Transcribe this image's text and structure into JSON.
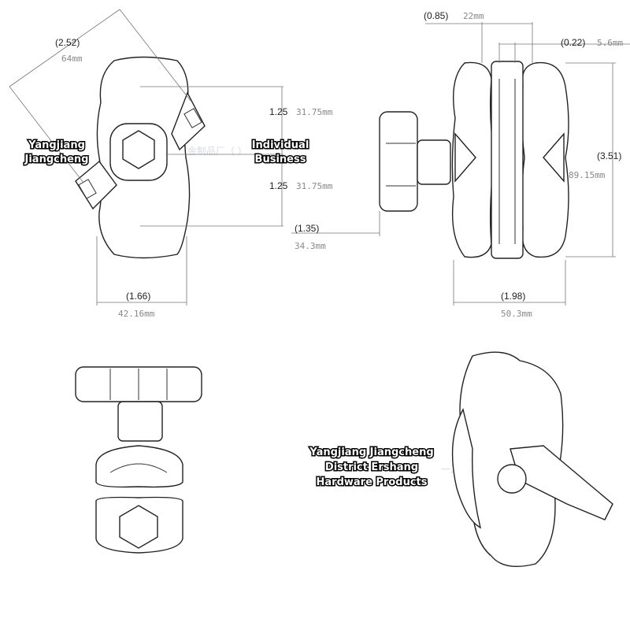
{
  "dimensions": {
    "diag_in": "(2.52)",
    "diag_mm": "64mm",
    "pitch1_in": "1.25",
    "pitch1_mm": "31.75mm",
    "pitch2_in": "1.25",
    "pitch2_mm": "31.75mm",
    "width_in": "(1.66)",
    "width_mm": "42.16mm",
    "gap_in": "(0.85)",
    "gap_mm": "22mm",
    "slot_in": "(0.22)",
    "slot_mm": "5.6mm",
    "height_in": "(3.51)",
    "height_mm": "89.15mm",
    "knob_in": "(1.35)",
    "knob_mm": "34.3mm",
    "length_in": "(1.98)",
    "length_mm": "50.3mm"
  },
  "watermarks": {
    "left": [
      "Yangjiang",
      "Jiangcheng"
    ],
    "right": [
      "Individual",
      "Business"
    ],
    "bottom": [
      "Yangjiang Jiangcheng",
      "District Ershang",
      "Hardware Products"
    ]
  }
}
